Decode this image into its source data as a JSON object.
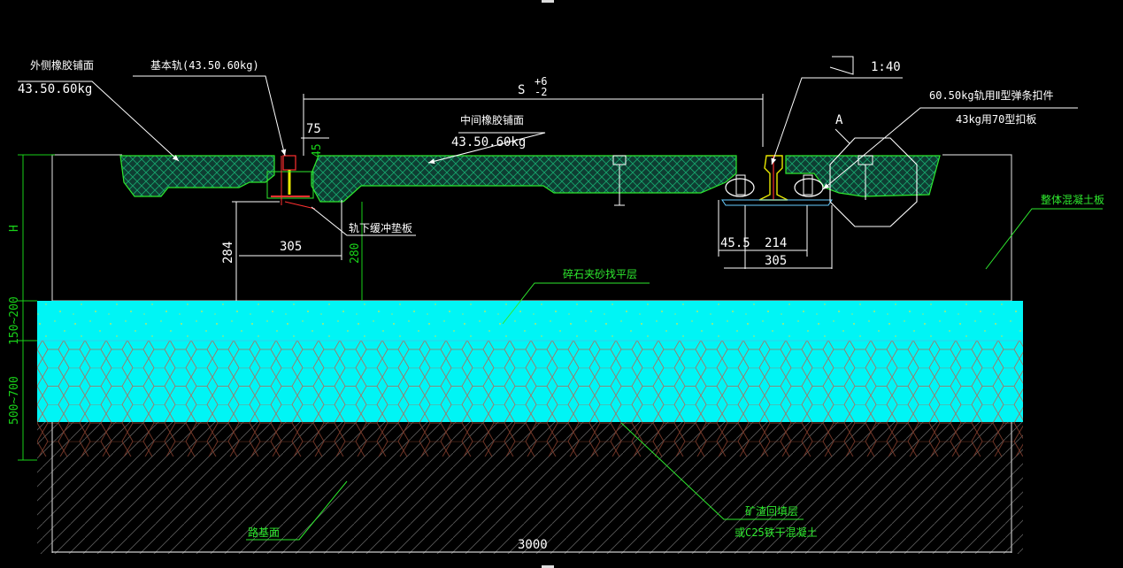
{
  "labels": {
    "outer_rubber": "外侧橡胶铺面",
    "outer_rubber_rails": "43.50.60kg",
    "base_rail": "基本轨(43.50.60kg)",
    "taper": "1:40",
    "fastener_line1": "60.50kg轨用Ⅱ型弹条扣件",
    "fastener_line2": "43kg用70型扣板",
    "middle_rubber": "中间橡胶铺面",
    "middle_rubber_rails": "43.50.60kg",
    "under_rail_pad": "轨下缓冲垫板",
    "detail_mark": "A",
    "slab": "整体混凝土板",
    "gravel_layer": "碎石夹砂找平层",
    "mine_layer_1": "矿渣回填层",
    "mine_layer_2": "或C25铁干混凝土",
    "subgrade": "路基面"
  },
  "dimensions": {
    "gauge": "S",
    "gauge_tol_plus": "+6",
    "gauge_tol_minus": "-2",
    "d75": "75",
    "d45": "45",
    "d305_left": "305",
    "d284": "284",
    "d280": "280",
    "d45_5": "45.5",
    "d214": "214",
    "d305_right": "305",
    "d3000": "3000",
    "h": "H",
    "d150_200": "150~200",
    "d500_700": "500~700"
  },
  "colors": {
    "background": "#000000",
    "rubber_fill": "#0e3d32",
    "rubber_hatch": "#17a36b",
    "gravel_layer": "#00ffff",
    "hex_pattern": "#b06a58",
    "dim_green": "#19d119",
    "leader_green": "#2ee82e",
    "rail_red": "#ff3030",
    "rail_yellow": "#e8e800"
  }
}
